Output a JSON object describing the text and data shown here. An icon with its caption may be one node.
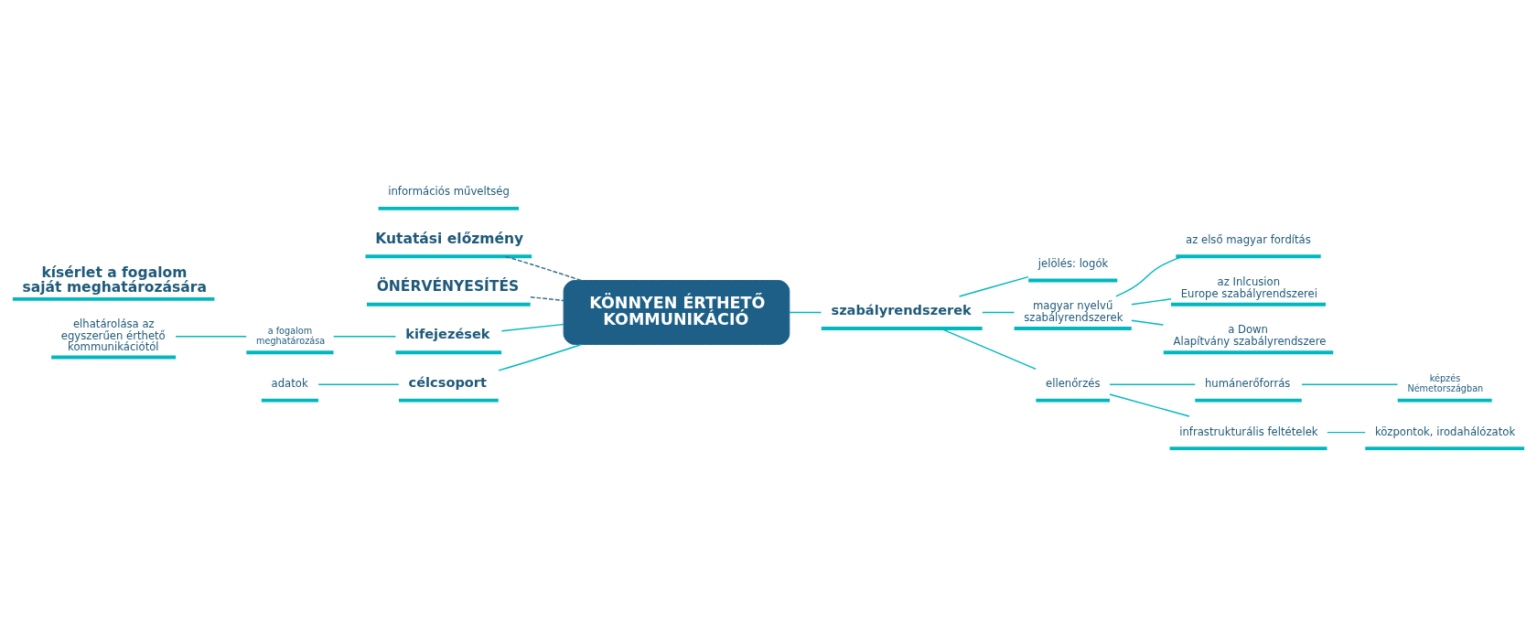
{
  "diagram": {
    "nodes": [
      {
        "text": [
          "KÖNNYEN ÉRTHETŐ KOMMUNIKÁCIÓ"
        ]
      },
      {
        "text": [
          "Kutatási előzmény"
        ]
      },
      {
        "text": [
          "ÖNÉRVÉNYESÍTÉS"
        ]
      },
      {
        "text": [
          "információs műveltség"
        ]
      },
      {
        "text": [
          "kifejezések"
        ]
      },
      {
        "text": [
          "a fogalom meghatározása"
        ]
      },
      {
        "text": [
          "elhatárolása az egyszerűen érthető kommunikációtól"
        ]
      },
      {
        "text": [
          "célcsoport"
        ]
      },
      {
        "text": [
          "adatok"
        ]
      },
      {
        "text": [
          "szabályrendszerek"
        ]
      },
      {
        "text": [
          "jelölés: logók"
        ]
      },
      {
        "text": [
          "magyar nyelvű szabályrendszerek"
        ]
      },
      {
        "text": [
          "az első magyar fordítás"
        ]
      },
      {
        "text": [
          "az Inlcusion Europe szabályrendszerei"
        ]
      },
      {
        "text": [
          "a Down Alapítvány szabályrendszere"
        ]
      },
      {
        "text": [
          "ellenőrzés"
        ]
      },
      {
        "text": [
          "humánerőforrás"
        ]
      },
      {
        "text": [
          "képzés Németországban"
        ]
      },
      {
        "text": [
          "infrastrukturális feltételek"
        ]
      },
      {
        "text": [
          "központok, irodahálózatok"
        ]
      },
      {
        "text": [
          "kísérlet a fogalom saját meghatározására"
        ]
      }
    ],
    "edges": [
      {
        "from": 1,
        "to": 0,
        "arrow": "none",
        "style": "dashed",
        "color": "#3a6e8c"
      },
      {
        "from": 2,
        "to": 0,
        "arrow": "none",
        "style": "dashed",
        "color": "#3a6e8c"
      },
      {
        "from": 4,
        "to": 0,
        "arrow": "none"
      },
      {
        "from": 5,
        "to": 4,
        "arrow": "none"
      },
      {
        "from": 6,
        "to": 5,
        "arrow": "none"
      },
      {
        "from": 7,
        "to": 0,
        "arrow": "none"
      },
      {
        "from": 8,
        "to": 7,
        "arrow": "none"
      },
      {
        "from": 0,
        "to": 9,
        "arrow": "none"
      },
      {
        "from": 9,
        "to": 10,
        "arrow": "none"
      },
      {
        "from": 9,
        "to": 11,
        "arrow": "none"
      },
      {
        "from": 11,
        "to": 12,
        "arrow": "none"
      },
      {
        "from": 11,
        "to": 13,
        "arrow": "none"
      },
      {
        "from": 11,
        "to": 14,
        "arrow": "none"
      },
      {
        "from": 9,
        "to": 15,
        "arrow": "none"
      },
      {
        "from": 15,
        "to": 16,
        "arrow": "none"
      },
      {
        "from": 16,
        "to": 17,
        "arrow": "none"
      },
      {
        "from": 15,
        "to": 18,
        "arrow": "none"
      },
      {
        "from": 18,
        "to": 19,
        "arrow": "none"
      }
    ]
  }
}
